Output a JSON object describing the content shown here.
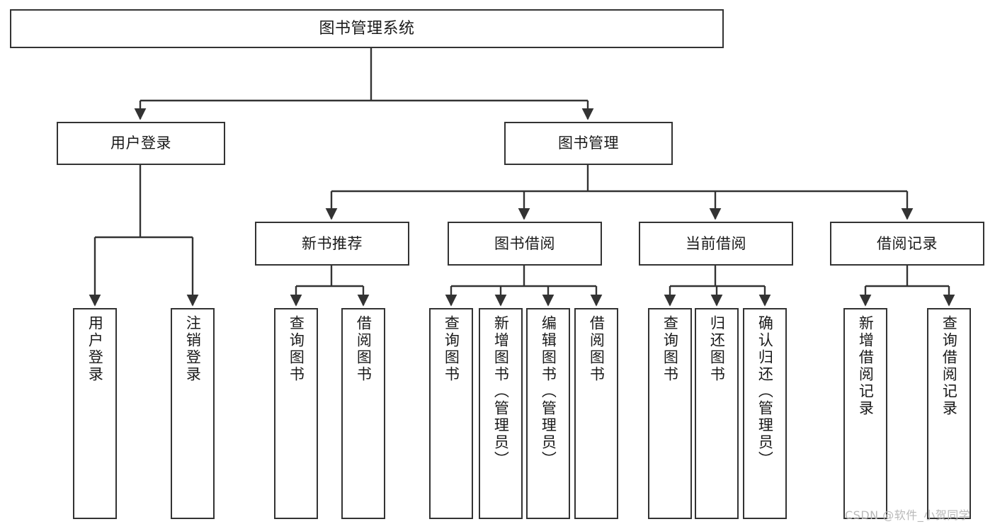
{
  "diagram": {
    "title": "图书管理系统",
    "type": "hierarchy-tree",
    "background_color": "#ffffff",
    "box_border_color": "#333333",
    "text_color": "#1a1a1a",
    "levels": 4
  },
  "root": {
    "label": "图书管理系统"
  },
  "level2": [
    {
      "label": "用户登录"
    },
    {
      "label": "图书管理"
    }
  ],
  "level3": [
    {
      "label": "新书推荐"
    },
    {
      "label": "图书借阅"
    },
    {
      "label": "当前借阅"
    },
    {
      "label": "借阅记录"
    }
  ],
  "leaves": {
    "user_login": [
      {
        "label": "用户登录"
      },
      {
        "label": "注销登录"
      }
    ],
    "new_book_recommend": [
      {
        "label": "查询图书"
      },
      {
        "label": "借阅图书"
      }
    ],
    "book_borrow": [
      {
        "label": "查询图书"
      },
      {
        "label": "新增图书（管理员）"
      },
      {
        "label": "编辑图书（管理员）"
      },
      {
        "label": "借阅图书"
      }
    ],
    "current_borrow": [
      {
        "label": "查询图书"
      },
      {
        "label": "归还图书"
      },
      {
        "label": "确认归还（管理员）"
      }
    ],
    "borrow_record": [
      {
        "label": "新增借阅记录"
      },
      {
        "label": "查询借阅记录"
      }
    ]
  },
  "watermark": {
    "text": "CSDN @软件_小贺同学"
  }
}
